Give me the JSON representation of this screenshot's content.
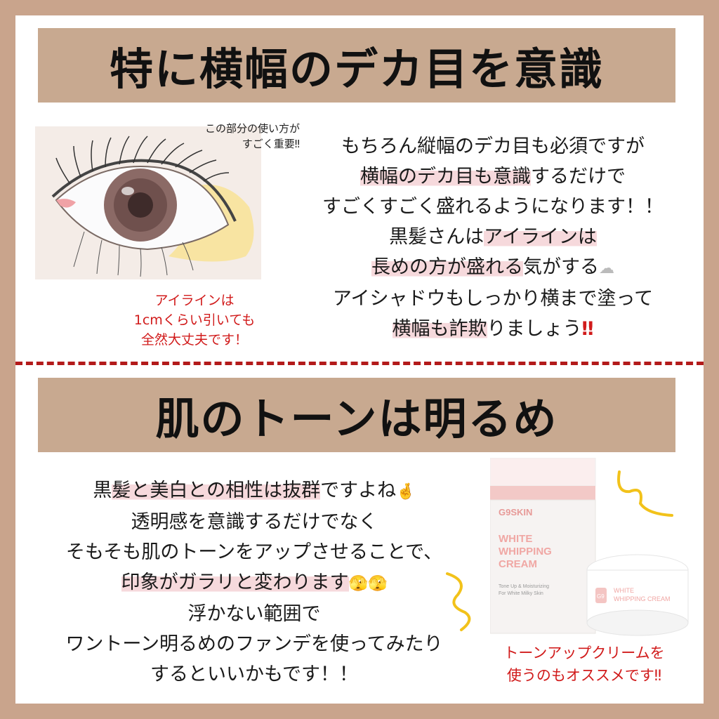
{
  "section1": {
    "title": "特に横幅のデカ目を意識",
    "eye_note": [
      "この部分の使い方が",
      "すごく重要‼"
    ],
    "red_note": [
      "アイラインは",
      "1cmくらい引いても",
      "全然大丈夫です！"
    ],
    "lines": [
      {
        "pre": "もちろん縦幅のデカ目も必須ですが",
        "hl": "",
        "post": ""
      },
      {
        "pre": "",
        "hl": "横幅のデカ目も意識",
        "post": "するだけで"
      },
      {
        "pre": "すごくすごく盛れるようになります！！",
        "hl": "",
        "post": ""
      },
      {
        "pre": "黒髪さんは",
        "hl": "アイラインは",
        "post": ""
      },
      {
        "pre": "",
        "hl": "長めの方が盛れる",
        "post": "気がする"
      },
      {
        "pre": "アイシャドウもしっかり横まで塗って",
        "hl": "",
        "post": ""
      },
      {
        "pre": "",
        "hl": "横幅も詐欺",
        "post": "りましょう"
      }
    ],
    "bangs": "‼",
    "cloud_icon": "cloud-icon"
  },
  "section2": {
    "title": "肌のトーンは明るめ",
    "lines": [
      {
        "pre": "黒",
        "hl": "髪と美白との相性は抜群",
        "post": "ですよね"
      },
      {
        "pre": "透明感を意識するだけでなく",
        "hl": "",
        "post": ""
      },
      {
        "pre": "そもそも肌のトーンをアップさせることで、",
        "hl": "",
        "post": ""
      },
      {
        "pre": "",
        "hl": "印象がガラリと変わります",
        "post": ""
      },
      {
        "pre": "浮かない範囲で",
        "hl": "",
        "post": ""
      },
      {
        "pre": "ワントーン明るめのファンデを使ってみたり",
        "hl": "",
        "post": ""
      },
      {
        "pre": "するといいかもです！！",
        "hl": "",
        "post": ""
      }
    ],
    "emoji_fingers": "🤞",
    "emoji_face": "🫣🫣",
    "red_note": [
      "トーンアップクリームを",
      "使うのもオススメです‼"
    ],
    "product": {
      "brand": "G9SKIN",
      "name_lines": [
        "WHITE",
        "WHIPPING",
        "CREAM"
      ],
      "sub_lines": [
        "Tone Up & Moisturizing",
        "For White Milky Skin"
      ],
      "jar_logo": "G9",
      "jar_name": [
        "WHITE",
        "WHIPPING CREAM"
      ]
    }
  },
  "colors": {
    "frame": "#c9a48c",
    "banner": "#c8a990",
    "highlight": "#f6d9dc",
    "accent_red": "#d11b1b",
    "squiggle": "#f2c21a"
  }
}
